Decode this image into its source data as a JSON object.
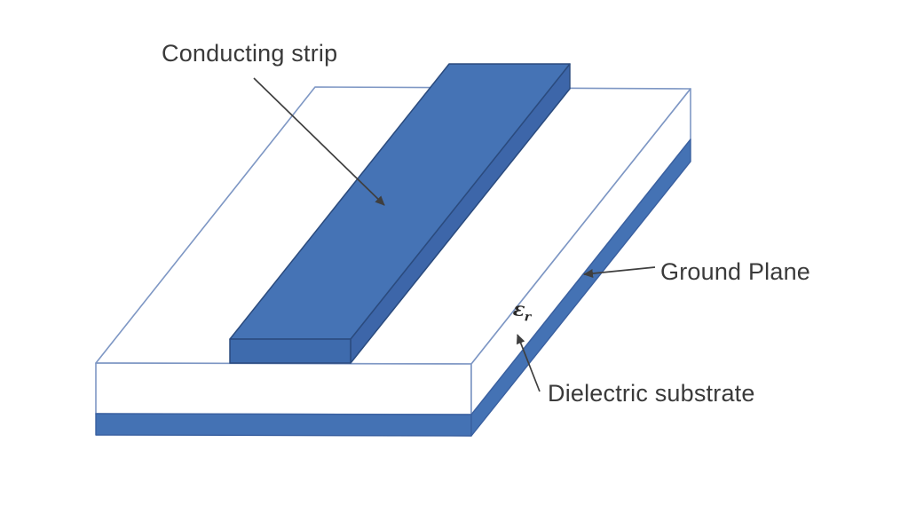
{
  "figure": {
    "labels": {
      "conducting_strip": "Conducting strip",
      "ground_plane": "Ground Plane",
      "dielectric_substrate": "Dielectric substrate",
      "relative_permittivity_symbol": "ε",
      "relative_permittivity_subscript": "r"
    },
    "colors": {
      "strip_top_face": "#4573b5",
      "strip_front_face": "#3e6bad",
      "strip_side_face": "#3d66a9",
      "ground_plane_fill": "#4472b4",
      "substrate_fill": "#ffffff",
      "substrate_outline": "#7e97c4",
      "strip_outline": "#2b4b7e",
      "ground_band_outline": "#3a60a0",
      "label_text": "#3a3a3a",
      "arrow": "#3f3f3f",
      "background": "#ffffff"
    }
  }
}
